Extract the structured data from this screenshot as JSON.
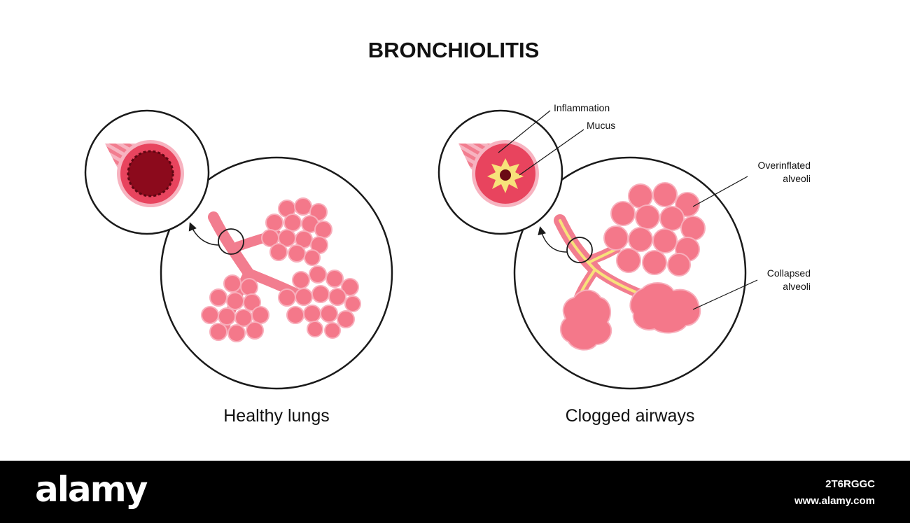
{
  "title": "BRONCHIOLITIS",
  "panels": {
    "healthy": {
      "caption": "Healthy lungs"
    },
    "clogged": {
      "caption": "Clogged airways",
      "labels": {
        "inflammation": "Inflammation",
        "mucus": "Mucus",
        "overinflated_line1": "Overinflated",
        "overinflated_line2": "alveoli",
        "collapsed_line1": "Collapsed",
        "collapsed_line2": "alveoli"
      }
    }
  },
  "watermark": {
    "brand": "alamy",
    "image_id": "2T6RGGC",
    "site": "www.alamy.com"
  },
  "colors": {
    "alveoli": "#f4788a",
    "alveoli_stroke": "#f8aebb",
    "airway": "#f27d8f",
    "airway_light": "#f7b3c0",
    "lumen_healthy": "#8c0a1c",
    "lumen_ring": "#e8445e",
    "mucus": "#f7e27a",
    "outline": "#1a1a1a"
  }
}
